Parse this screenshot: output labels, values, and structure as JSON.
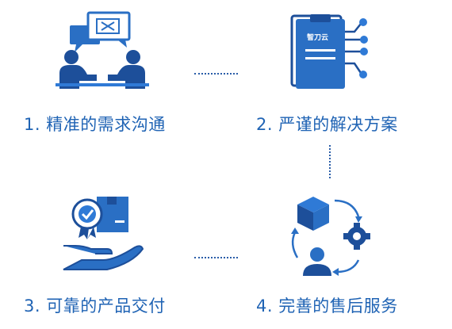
{
  "steps": [
    {
      "label": "1. 精准的需求沟通",
      "icon": "meeting-discussion-icon"
    },
    {
      "label": "2. 严谨的解决方案",
      "icon": "solution-clipboard-icon",
      "badge": "智刀云"
    },
    {
      "label": "3. 可靠的产品交付",
      "icon": "certified-delivery-icon"
    },
    {
      "label": "4. 完善的售后服务",
      "icon": "after-sales-cycle-icon"
    }
  ],
  "colors": {
    "primary": "#1f63b4",
    "dark": "#1d4f9a",
    "accent": "#2f7ad6"
  }
}
